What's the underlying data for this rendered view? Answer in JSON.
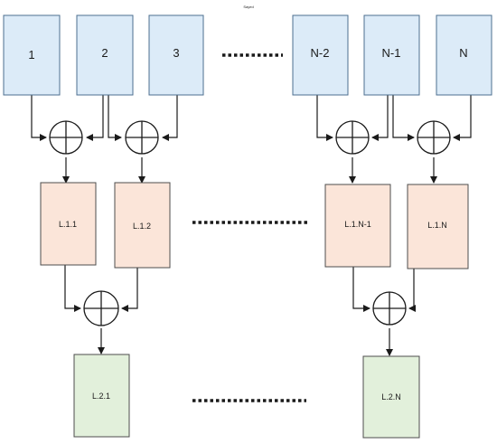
{
  "header": {
    "text": "Sayed"
  },
  "inputs": {
    "labels": [
      "1",
      "2",
      "3",
      "N-2",
      "N-1",
      "N"
    ],
    "fill": "#dcebf8",
    "stroke": "#4d6f8f"
  },
  "level1": {
    "labels": [
      "L.1.1",
      "L.1.2",
      "L.1.N-1",
      "L.1.N"
    ],
    "fill": "#fbe5d9",
    "stroke": "#4d4d4d"
  },
  "level2": {
    "labels": [
      "L.2.1",
      "L.2.N"
    ],
    "fill": "#e2f0db",
    "stroke": "#4d4d4d"
  },
  "colors": {
    "line": "#1a1a1a",
    "adder_fill": "#ffffff"
  },
  "icons": {
    "adder": "circle-plus-icon",
    "ellipsis": "dotted-ellipsis"
  }
}
